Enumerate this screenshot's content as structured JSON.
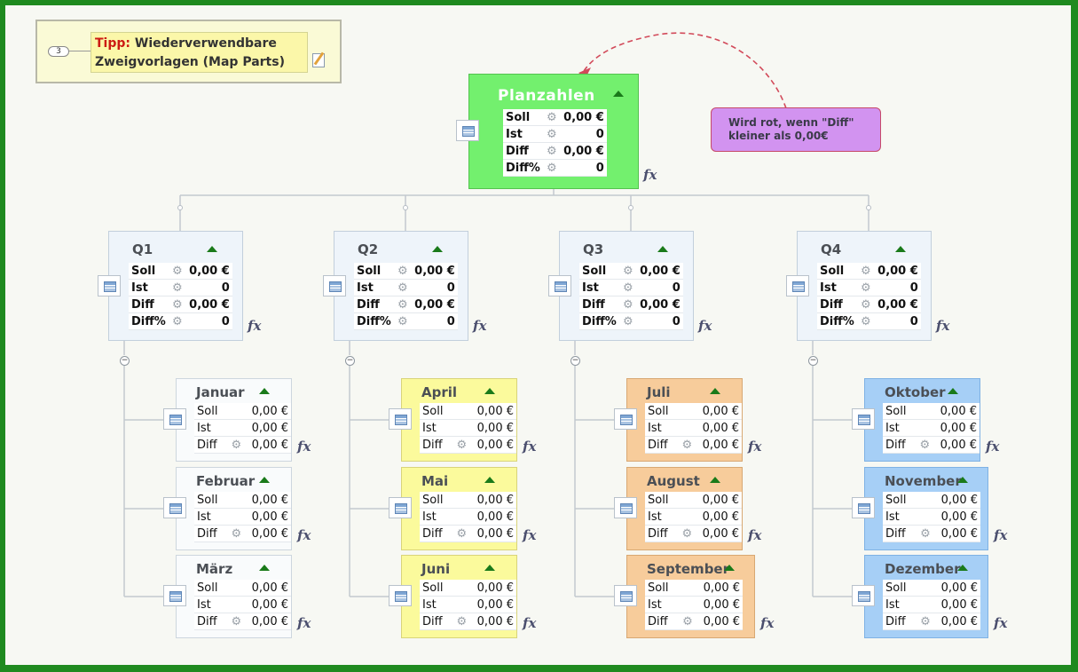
{
  "tip": {
    "badge": "3",
    "label": "Tipp:",
    "text_line1": "Wiederverwendbare",
    "text_line2": "Zweigvorlagen (Map Parts)"
  },
  "callout": {
    "line1": "Wird rot, wenn \"Diff\"",
    "line2": "kleiner als 0,00€"
  },
  "root": {
    "title": "Planzahlen",
    "rows": [
      {
        "label": "Soll",
        "value": "0,00 €"
      },
      {
        "label": "Ist",
        "value": "0"
      },
      {
        "label": "Diff",
        "value": "0,00 €"
      },
      {
        "label": "Diff%",
        "value": "0"
      }
    ]
  },
  "fx_label": "fx",
  "collapse_symbol": "−",
  "gear_symbol": "⚙",
  "quarters": [
    {
      "title": "Q1",
      "rows": [
        {
          "label": "Soll",
          "value": "0,00 €"
        },
        {
          "label": "Ist",
          "value": "0"
        },
        {
          "label": "Diff",
          "value": "0,00 €"
        },
        {
          "label": "Diff%",
          "value": "0"
        }
      ],
      "months": [
        {
          "title": "Januar",
          "soll": "0,00 €",
          "ist": "0,00 €",
          "diff": "0,00 €"
        },
        {
          "title": "Februar",
          "soll": "0,00 €",
          "ist": "0,00 €",
          "diff": "0,00 €"
        },
        {
          "title": "März",
          "soll": "0,00 €",
          "ist": "0,00 €",
          "diff": "0,00 €"
        }
      ]
    },
    {
      "title": "Q2",
      "rows": [
        {
          "label": "Soll",
          "value": "0,00 €"
        },
        {
          "label": "Ist",
          "value": "0"
        },
        {
          "label": "Diff",
          "value": "0,00 €"
        },
        {
          "label": "Diff%",
          "value": "0"
        }
      ],
      "months": [
        {
          "title": "April",
          "soll": "0,00 €",
          "ist": "0,00 €",
          "diff": "0,00 €"
        },
        {
          "title": "Mai",
          "soll": "0,00 €",
          "ist": "0,00 €",
          "diff": "0,00 €"
        },
        {
          "title": "Juni",
          "soll": "0,00 €",
          "ist": "0,00 €",
          "diff": "0,00 €"
        }
      ]
    },
    {
      "title": "Q3",
      "rows": [
        {
          "label": "Soll",
          "value": "0,00 €"
        },
        {
          "label": "Ist",
          "value": "0"
        },
        {
          "label": "Diff",
          "value": "0,00 €"
        },
        {
          "label": "Diff%",
          "value": "0"
        }
      ],
      "months": [
        {
          "title": "Juli",
          "soll": "0,00 €",
          "ist": "0,00 €",
          "diff": "0,00 €"
        },
        {
          "title": "August",
          "soll": "0,00 €",
          "ist": "0,00 €",
          "diff": "0,00 €"
        },
        {
          "title": "September",
          "soll": "0,00 €",
          "ist": "0,00 €",
          "diff": "0,00 €"
        }
      ]
    },
    {
      "title": "Q4",
      "rows": [
        {
          "label": "Soll",
          "value": "0,00 €"
        },
        {
          "label": "Ist",
          "value": "0"
        },
        {
          "label": "Diff",
          "value": "0,00 €"
        },
        {
          "label": "Diff%",
          "value": "0"
        }
      ],
      "months": [
        {
          "title": "Oktober",
          "soll": "0,00 €",
          "ist": "0,00 €",
          "diff": "0,00 €"
        },
        {
          "title": "November",
          "soll": "0,00 €",
          "ist": "0,00 €",
          "diff": "0,00 €"
        },
        {
          "title": "Dezember",
          "soll": "0,00 €",
          "ist": "0,00 €",
          "diff": "0,00 €"
        }
      ]
    }
  ],
  "month_labels": {
    "soll": "Soll",
    "ist": "Ist",
    "diff": "Diff"
  },
  "colors": {
    "root": "#73f06e",
    "quarter": "#eef4fa",
    "q1_months": "#f9fbfc",
    "q2_months": "#fbfa9c",
    "q3_months": "#f7cc9b",
    "q4_months": "#a6cff6",
    "callout": "#d293f0",
    "frame": "#1f8a1f",
    "tip_label": "#cc1b14"
  }
}
